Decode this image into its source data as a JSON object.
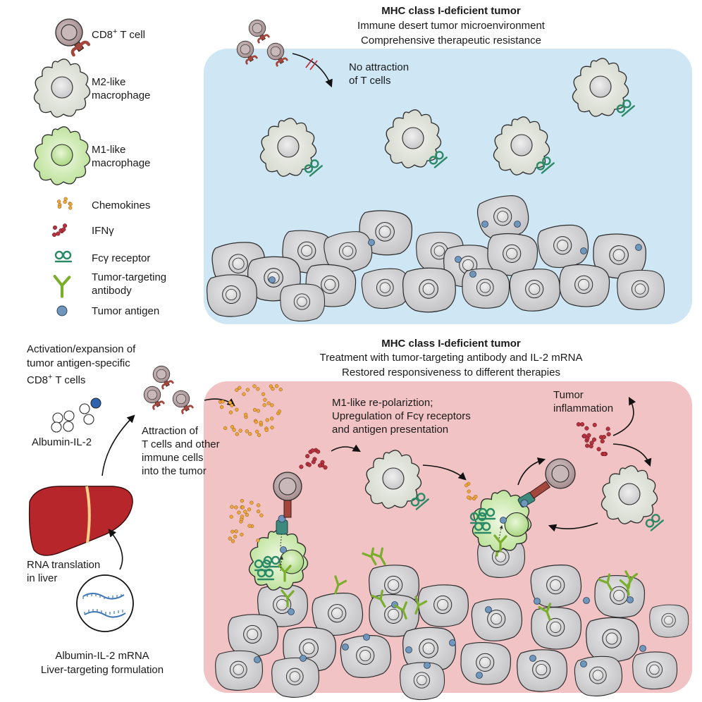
{
  "colors": {
    "top_panel": "#cfe7f5",
    "bottom_panel": "#f2c3c4",
    "tumor_cell": "#d3d3d5",
    "tcell": "#bba6a8",
    "receptor": "#a3473d",
    "m2_macrophage": "#e1e4dc",
    "m1_macrophage": "#cdebb2",
    "fc_receptor": "#2b8a66",
    "antibody": "#7aae2c",
    "chemokine": "#f0a53a",
    "ifng": "#b7323f",
    "antigen": "#6f97bd",
    "liver": "#b7262a",
    "mrna": "#3f79b8"
  },
  "legend": {
    "cd8": {
      "main": "CD8",
      "sup": "+",
      "rest": " T cell"
    },
    "m2": {
      "line1": "M2-like",
      "line2": "macrophage"
    },
    "m1": {
      "line1": "M1-like",
      "line2": "macrophage"
    },
    "chemokines": "Chemokines",
    "ifng": "IFNγ",
    "fc_receptor": "Fcγ receptor",
    "antibody": {
      "line1": "Tumor-targeting",
      "line2": "antibody"
    },
    "antigen": "Tumor antigen"
  },
  "top": {
    "title": "MHC class I-deficient tumor",
    "subtitle1": "Immune desert tumor microenvironment",
    "subtitle2": "Comprehensive therapeutic resistance",
    "no_attraction": {
      "line1": "No attraction",
      "line2": "of T cells"
    }
  },
  "bottom": {
    "title": "MHC class I-deficient tumor",
    "subtitle1": "Treatment with tumor-targeting antibody and IL-2 mRNA",
    "subtitle2": "Restored responsiveness to different therapies",
    "m1_repolarization": {
      "line1": "M1-like re-polariztion;",
      "line2": "Upregulation of Fcγ receptors",
      "line3": "and antigen presentation"
    },
    "tumor_inflammation": {
      "line1": "Tumor",
      "line2": "inflammation"
    }
  },
  "left": {
    "activation": {
      "line1": "Activation/expansion of",
      "line2": "tumor antigen-specific",
      "line3_main": "CD8",
      "line3_sup": "+",
      "line3_rest": " T cells"
    },
    "albumin_il2": "Albumin-IL-2",
    "attraction": {
      "line1": "Attraction of",
      "line2": "T cells and other",
      "line3": "immune cells",
      "line4": "into the tumor"
    },
    "rna_translation": {
      "line1": "RNA translation",
      "line2": "in liver"
    },
    "mrna": {
      "line1": "Albumin-IL-2 mRNA",
      "line2": "Liver-targeting formulation"
    }
  }
}
